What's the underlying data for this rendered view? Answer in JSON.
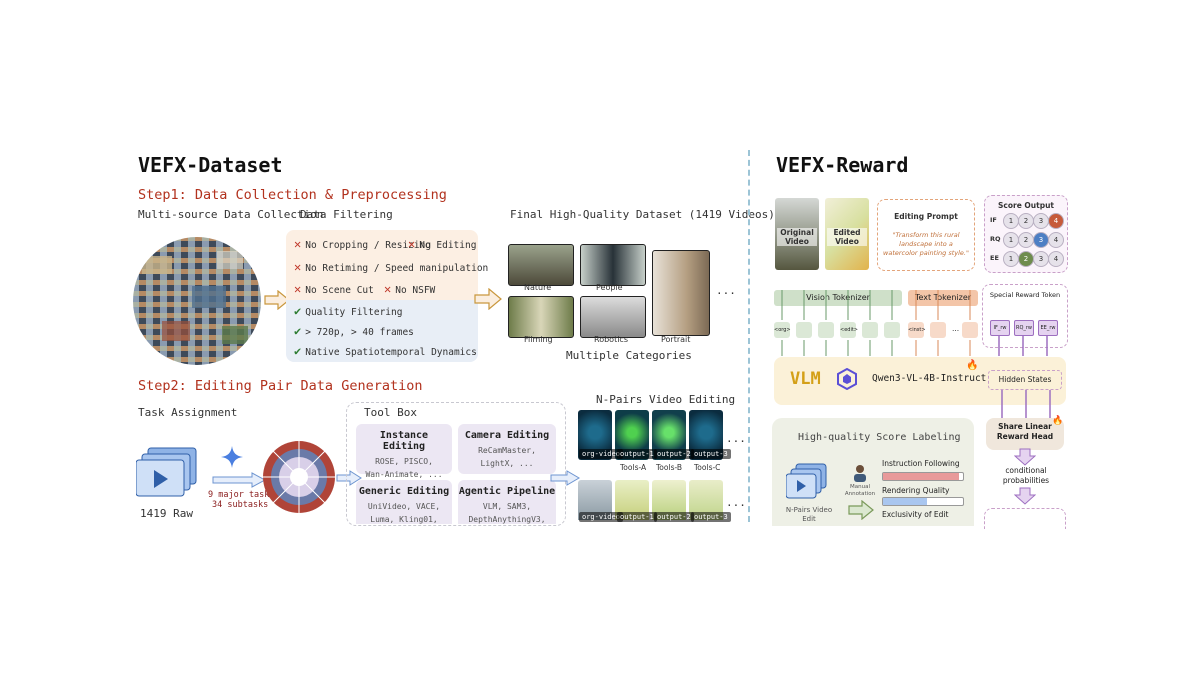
{
  "left": {
    "title": "VEFX-Dataset",
    "step1": "Step1: Data Collection & Preprocessing",
    "multi_source": "Multi-source Data Collection",
    "data_filtering": "Data Filtering",
    "filters_neg": [
      "No Cropping / Resizing",
      "No Editing",
      "No Retiming / Speed manipulation",
      "No Scene Cut",
      "No NSFW"
    ],
    "filters_pos": [
      "Quality Filtering",
      "> 720p, > 40 frames",
      "Native Spatiotemporal Dynamics"
    ],
    "final_dataset": "Final High-Quality Dataset (1419 Videos)",
    "categories": [
      "Nature",
      "People",
      "Filming",
      "Robotics",
      "Portrait"
    ],
    "ellipsis": "...",
    "multiple_categories": "Multiple Categories",
    "step2": "Step2: Editing Pair Data Generation",
    "task_assignment": "Task Assignment",
    "raw_label": "1419 Raw",
    "tasks_line1": "9 major tasks",
    "tasks_line2": "34 subtasks",
    "tool_box": "Tool Box",
    "tools": [
      {
        "title": "Instance Editing",
        "desc1": "ROSE, PISCO,",
        "desc2": "Wan-Animate, ..."
      },
      {
        "title": "Camera Editing",
        "desc1": "ReCamMaster,",
        "desc2": "LightX, ..."
      },
      {
        "title": "Generic Editing",
        "desc1": "UniVideo, VACE,",
        "desc2": "Luma, Kling01,"
      },
      {
        "title": "Agentic Pipeline",
        "desc1": "VLM, SAM3,",
        "desc2": "DepthAnythingV3,"
      }
    ],
    "npairs": "N-Pairs Video Editing",
    "pair_labels": [
      "org-video",
      "output-1",
      "output-2",
      "output-3"
    ],
    "tool_labels": [
      "Tools-A",
      "Tools-B",
      "Tools-C"
    ]
  },
  "right": {
    "title": "VEFX-Reward",
    "original_video": "Original Video",
    "edited_video": "Edited Video",
    "editing_prompt": "Editing Prompt",
    "prompt_text": "\"Transform this rural landscape into a watercolor painting style.\"",
    "score_output": "Score Output",
    "score_rows": [
      {
        "label": "IF",
        "selected": 4
      },
      {
        "label": "RQ",
        "selected": 3
      },
      {
        "label": "EE",
        "selected": 2
      }
    ],
    "score_values": [
      "1",
      "2",
      "3",
      "4"
    ],
    "vision_tokenizer": "Vision Tokenizer",
    "text_tokenizer": "Text Tokenizer",
    "special_reward_token": "Special Reward Token",
    "tokens": [
      "<org>",
      "<edit>",
      "<inst>"
    ],
    "dots": "...",
    "reward_tokens": [
      "IF_rw",
      "RQ_rw",
      "EE_rw"
    ],
    "vlm": "VLM",
    "model_name": "Qwen3-VL-4B-Instruct",
    "hidden_states": "Hidden States",
    "share_head_line1": "Share Linear",
    "share_head_line2": "Reward Head",
    "cond_line1": "conditional",
    "cond_line2": "probabilities",
    "hq_score": "High-quality Score Labeling",
    "manual_line1": "Manual",
    "manual_line2": "Annotation",
    "npairs_line1": "N-Pairs Video",
    "npairs_line2": "Edit",
    "criteria": [
      "Instruction Following",
      "Rendering Quality",
      "Exclusivity of Edit"
    ]
  },
  "colors": {
    "accent_red": "#b2321e",
    "divider": "#9cc4d6",
    "vlm_bg": "#fbf1d8"
  }
}
